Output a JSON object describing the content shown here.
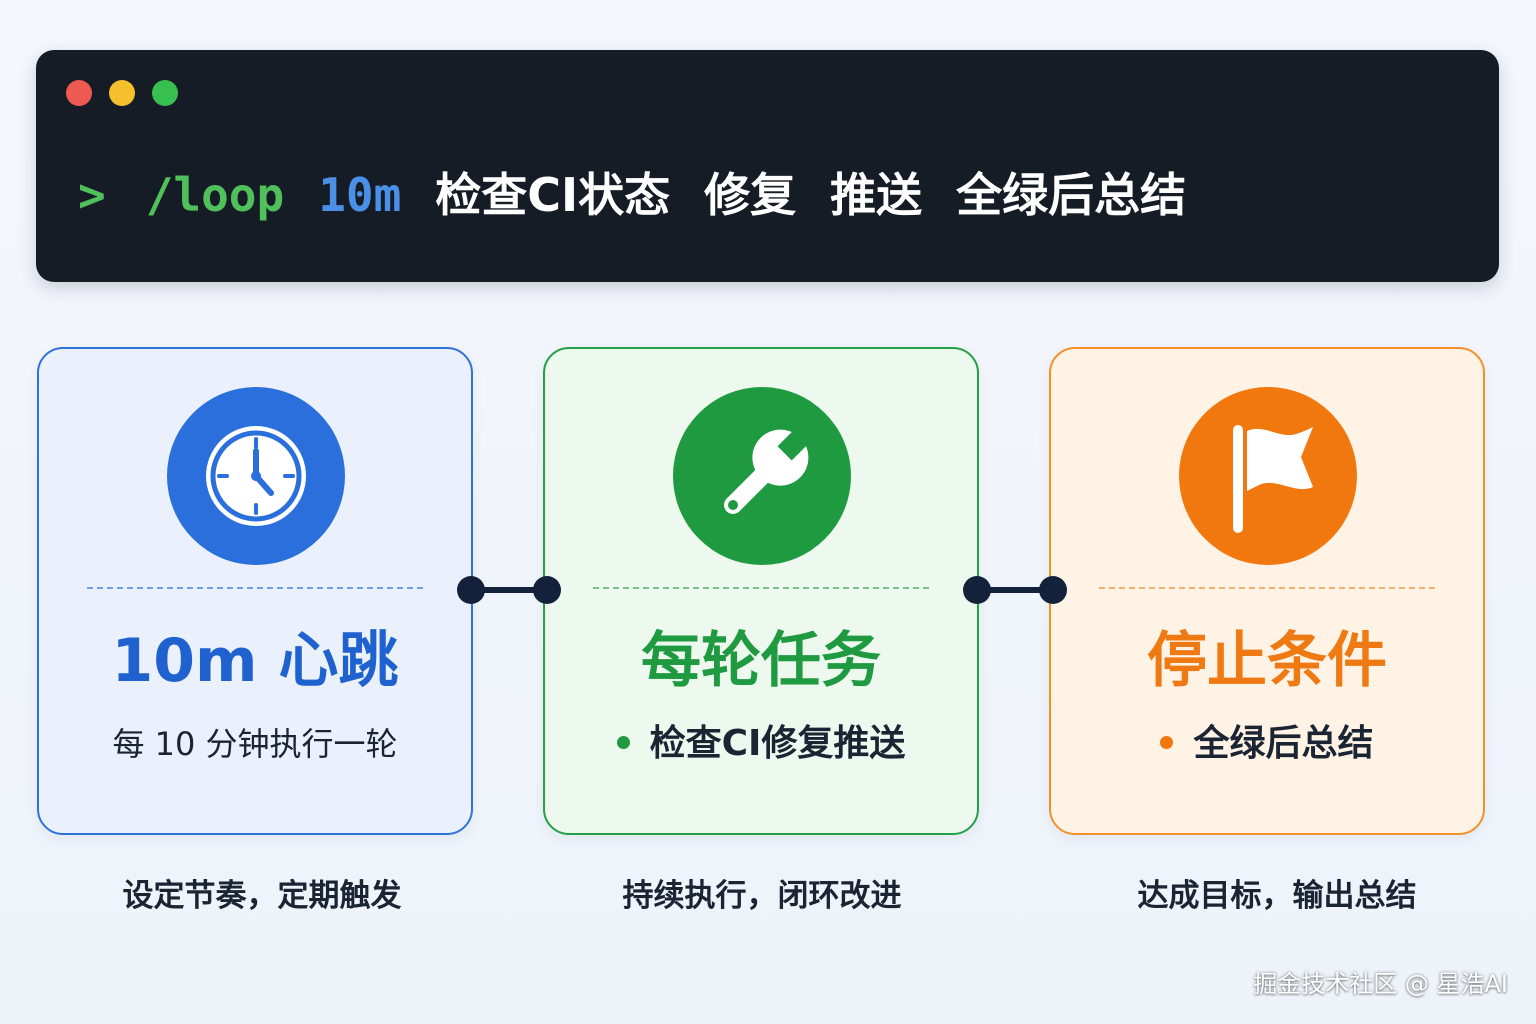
{
  "terminal": {
    "window_dots": [
      "close-dot",
      "minimize-dot",
      "zoom-dot"
    ],
    "prompt": ">",
    "command": "/loop",
    "interval": "10m",
    "args": [
      "检查CI状态",
      "修复",
      "推送",
      "全绿后总结"
    ],
    "colors": {
      "prompt": "#4fc05a",
      "interval": "#4a90e6",
      "background": "#161c25"
    }
  },
  "cards": [
    {
      "icon": "clock-icon",
      "title": "10m 心跳",
      "desc": "每 10 分钟执行一轮",
      "caption": "设定节奏，定期触发",
      "accent": "#2a6fdb"
    },
    {
      "icon": "wrench-icon",
      "title": "每轮任务",
      "desc": "检查CI修复推送",
      "caption": "持续执行，闭环改进",
      "accent": "#1f9a40"
    },
    {
      "icon": "flag-icon",
      "title": "停止条件",
      "desc": "全绿后总结",
      "caption": "达成目标，输出总结",
      "accent": "#f0780f"
    }
  ],
  "watermark": "掘金技术社区 @ 星浩AI"
}
